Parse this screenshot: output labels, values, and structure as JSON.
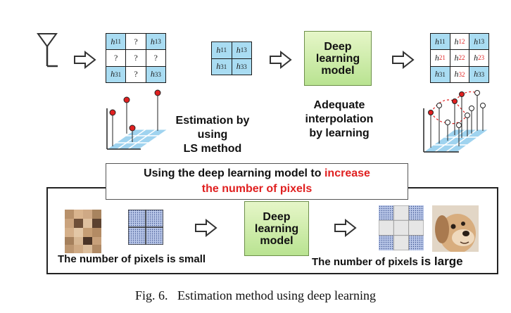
{
  "top": {
    "grid_left": {
      "cells": [
        [
          {
            "h": "h",
            "s": "11",
            "c": "blue"
          },
          {
            "t": "?"
          },
          {
            "h": "h",
            "s": "13",
            "c": "blue"
          }
        ],
        [
          {
            "t": "?"
          },
          {
            "t": "?"
          },
          {
            "t": "?"
          }
        ],
        [
          {
            "h": "h",
            "s": "31",
            "c": "blue"
          },
          {
            "t": "?"
          },
          {
            "h": "h",
            "s": "33",
            "c": "blue"
          }
        ]
      ]
    },
    "grid_small": {
      "cells": [
        [
          {
            "h": "h",
            "s": "11",
            "c": "blue"
          },
          {
            "h": "h",
            "s": "13",
            "c": "blue"
          }
        ],
        [
          {
            "h": "h",
            "s": "31",
            "c": "blue"
          },
          {
            "h": "h",
            "s": "33",
            "c": "blue"
          }
        ]
      ]
    },
    "grid_right": {
      "cells": [
        [
          {
            "h": "h",
            "s": "11",
            "c": "blue"
          },
          {
            "h": "h",
            "s": "12",
            "c": "pink",
            "red": true
          },
          {
            "h": "h",
            "s": "13",
            "c": "blue"
          }
        ],
        [
          {
            "h": "h",
            "s": "21",
            "c": "pink",
            "red": true
          },
          {
            "h": "h",
            "s": "22",
            "c": "pink",
            "red": true
          },
          {
            "h": "h",
            "s": "23",
            "c": "pink",
            "red": true
          }
        ],
        [
          {
            "h": "h",
            "s": "31",
            "c": "blue"
          },
          {
            "h": "h",
            "s": "32",
            "c": "pink",
            "red": true
          },
          {
            "h": "h",
            "s": "33",
            "c": "blue"
          }
        ]
      ]
    },
    "dl_model_label_lines": [
      "Deep",
      "learning",
      "model"
    ],
    "estimation_label_lines": [
      "Estimation by",
      "using",
      "LS method"
    ],
    "interp_label_lines": [
      "Adequate",
      "interpolation",
      "by learning"
    ]
  },
  "banner": {
    "text_black": "Using the deep learning model to ",
    "text_red_1": "increase",
    "text_red_2": "the number of pixels"
  },
  "bottom": {
    "dl_model_label_lines": [
      "Deep",
      "learning",
      "model"
    ],
    "small_label": "The number of pixels is small",
    "large_label_a": "The number of pixels ",
    "large_label_b": "is large"
  },
  "caption": "Fig. 6.   Estimation method using deep learning",
  "colors": {
    "cell_blue": "#a9dcf2",
    "accent_red": "#e02020",
    "dl_green": "#b9e391",
    "floor_blue": "#9fd3ef"
  }
}
